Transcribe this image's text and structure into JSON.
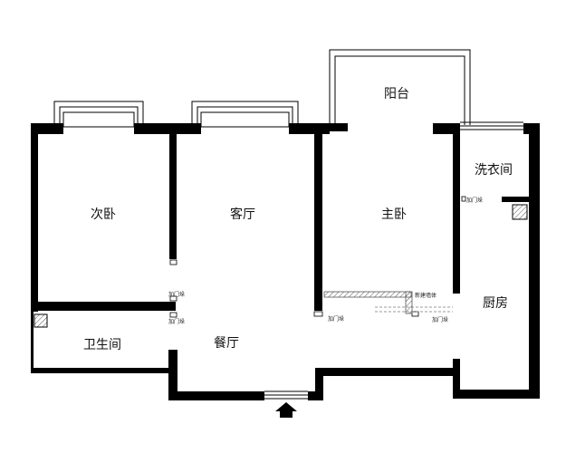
{
  "rooms": {
    "second_bedroom": "次卧",
    "living_room": "客厅",
    "master_bedroom": "主卧",
    "balcony": "阳台",
    "laundry": "洗衣间",
    "kitchen": "厨房",
    "bathroom": "卫生间",
    "dining_room": "餐厅"
  },
  "notes": {
    "door_frame_1": "加门垛",
    "door_frame_2": "加门垛",
    "door_frame_3": "加门垛",
    "door_frame_4": "加门垛",
    "door_frame_5": "加门垛",
    "new_wall": "新建墙体"
  },
  "colors": {
    "wall": "#000000",
    "background": "#ffffff",
    "hatch": "#777777"
  }
}
